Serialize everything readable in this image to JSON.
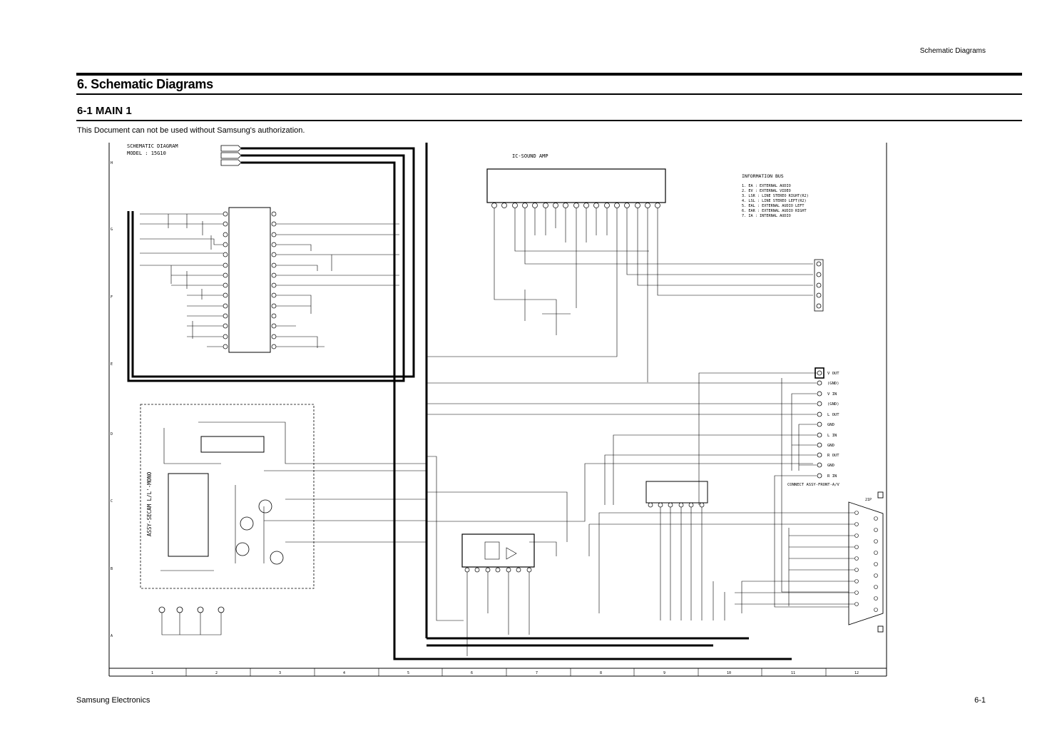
{
  "page": {
    "running_header": "Schematic Diagrams",
    "title": "6. Schematic Diagrams",
    "section": "6-1 MAIN 1",
    "notice": "This Document can not be used without Samsung's authorization.",
    "footer_left": "Samsung Electronics",
    "footer_right": "6-1"
  },
  "schematic": {
    "title_line1": "SCHEMATIC DIAGRAM",
    "title_line2": "MODEL : 15G10",
    "sound_amp_title": "IC-SOUND AMP",
    "info_bus": {
      "title": "INFORMATION BUS",
      "items": [
        "1. EA : EXTERNAL AUDIO",
        "2. EV : EXTERNAL VIDEO",
        "3. LSR : LINE STEREO RIGHT(R2)",
        "4. LSL : LINE STEREO LEFT(R2)",
        "5. EAL : EXTERNAL AUDIO LEFT",
        "6. EAR : EXTERNAL AUDIO RIGHT",
        "7. IA : INTERNAL AUDIO"
      ]
    },
    "secam_label": "ASSY-SECAM L/L'-MONO",
    "front_av_label": "CONNECT ASSY-FRONT-A/V",
    "front_av_pins": [
      "V OUT",
      "(GND)",
      "V IN",
      "(GND)",
      "L OUT",
      "GND",
      "L IN",
      "GND",
      "R OUT",
      "GND",
      "R IN"
    ],
    "scart_label": "21P",
    "grid_columns": [
      "1",
      "2",
      "3",
      "4",
      "5",
      "6",
      "7",
      "8",
      "9",
      "10",
      "11",
      "12"
    ],
    "grid_rows": [
      "H",
      "G",
      "F",
      "E",
      "D",
      "C",
      "B",
      "A"
    ]
  }
}
